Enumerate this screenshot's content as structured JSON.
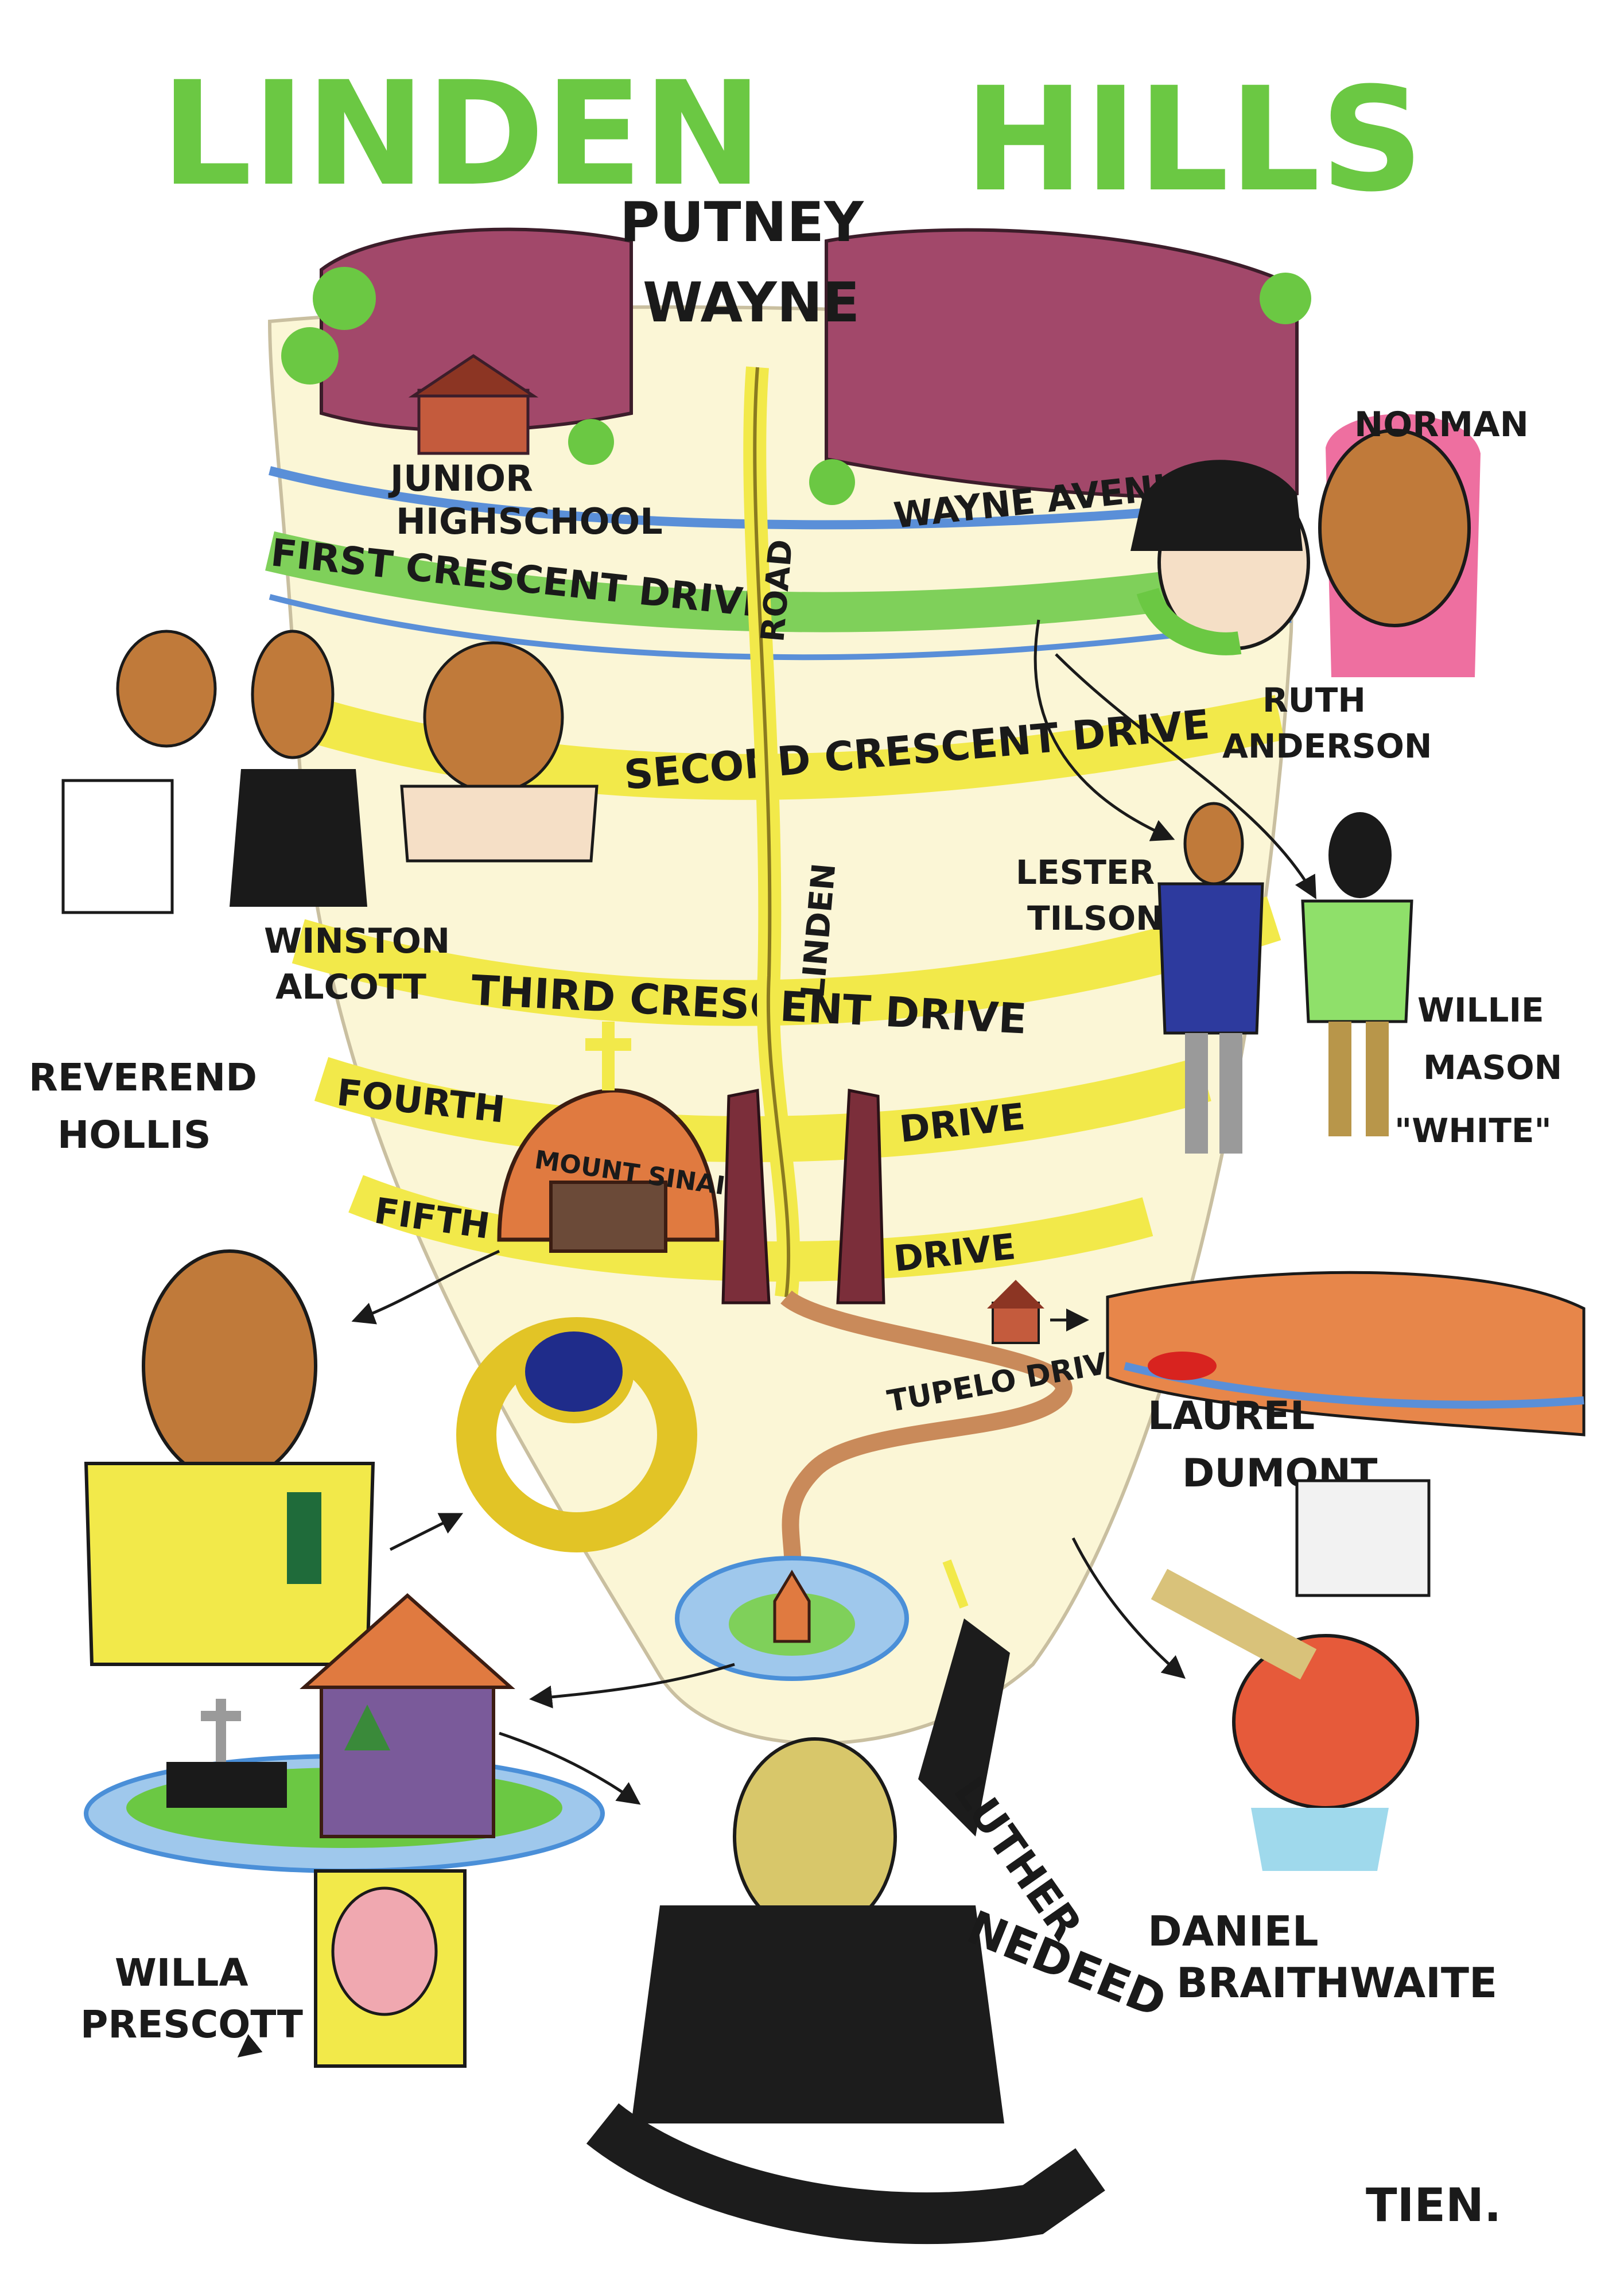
{
  "title": {
    "left": "LINDEN",
    "right": "HILLS"
  },
  "places": {
    "putney": "PUTNEY",
    "wayne": "WAYNE",
    "junior_high_line1": "JUNIOR",
    "junior_high_line2": "HIGHSCHOOL",
    "wayne_avenue": "WAYNE AVENUE",
    "linden_road_a": "ROAD",
    "linden_road_b": "LINDEN",
    "tupelo_drive": "TUPELO DRIVE",
    "church_sign": "MOUNT SINAI"
  },
  "streets": {
    "first": "FIRST CRESCENT DRIVE",
    "second": "SECOND CRESCENT DRIVE",
    "third": "THIRD CRESCENT DRIVE",
    "fourth_left": "FOURTH",
    "fourth_right": "DRIVE",
    "fifth_left": "FIFTH",
    "fifth_right": "DRIVE"
  },
  "characters": {
    "norman": "NORMAN",
    "ruth_line1": "RUTH",
    "ruth_line2": "ANDERSON",
    "winston_line1": "WINSTON",
    "winston_line2": "ALCOTT",
    "lester_line1": "LESTER",
    "lester_line2": "TILSON",
    "willie_line1": "WILLIE",
    "willie_line2": "MASON",
    "willie_line3": "\"WHITE\"",
    "reverend_line1": "REVEREND",
    "reverend_line2": "HOLLIS",
    "laurel_line1": "LAUREL",
    "laurel_line2": "DUMONT",
    "daniel_line1": "DANIEL",
    "daniel_line2": "BRAITHWAITE",
    "willa_line1": "WILLA",
    "willa_line2": "PRESCOTT",
    "luther_line1": "LUTHER",
    "luther_line2": "NEDEED"
  },
  "signature": "TIEN.",
  "colors": {
    "title_green": "#6bc843",
    "street_yellow": "#f2e94a",
    "street_green": "#7fd05a",
    "water_blue": "#5a8fd8",
    "bowl_cream": "#fbf6d6",
    "house_red": "#9c3b4a",
    "skin_brown": "#b06a3a",
    "coat_black": "#1c1c1c"
  },
  "icons": [
    "cross-icon",
    "church-icon",
    "ring-icon",
    "house-icon",
    "tree-icon",
    "gravestone-icon",
    "arrow-icon"
  ]
}
